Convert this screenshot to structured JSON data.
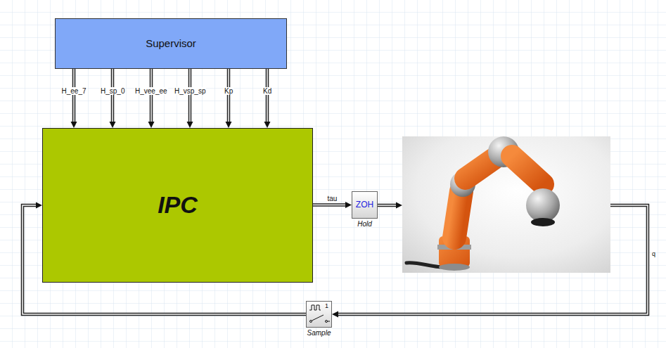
{
  "diagram": {
    "nodes": [
      {
        "text": [
          "Supervisor"
        ]
      },
      {
        "text": [
          "IPC"
        ]
      },
      {
        "text": [
          "ZOH",
          "Hold"
        ]
      },
      {
        "text": [
          "1",
          "Sample"
        ]
      }
    ],
    "edges": [
      {
        "from": 0,
        "to": 1,
        "label": "H_ee_7",
        "arrow": "to"
      },
      {
        "from": 0,
        "to": 1,
        "label": "H_sp_0",
        "arrow": "to"
      },
      {
        "from": 0,
        "to": 1,
        "label": "H_vee_ee",
        "arrow": "to"
      },
      {
        "from": 0,
        "to": 1,
        "label": "H_vsp_sp",
        "arrow": "to"
      },
      {
        "from": 0,
        "to": 1,
        "label": "Kp",
        "arrow": "to"
      },
      {
        "from": 0,
        "to": 1,
        "label": "Kd",
        "arrow": "to"
      },
      {
        "from": 1,
        "to": 2,
        "label": "tau",
        "arrow": "to"
      },
      {
        "from": 3,
        "to": 1,
        "arrow": "to"
      }
    ],
    "labels": [
      "q"
    ]
  }
}
